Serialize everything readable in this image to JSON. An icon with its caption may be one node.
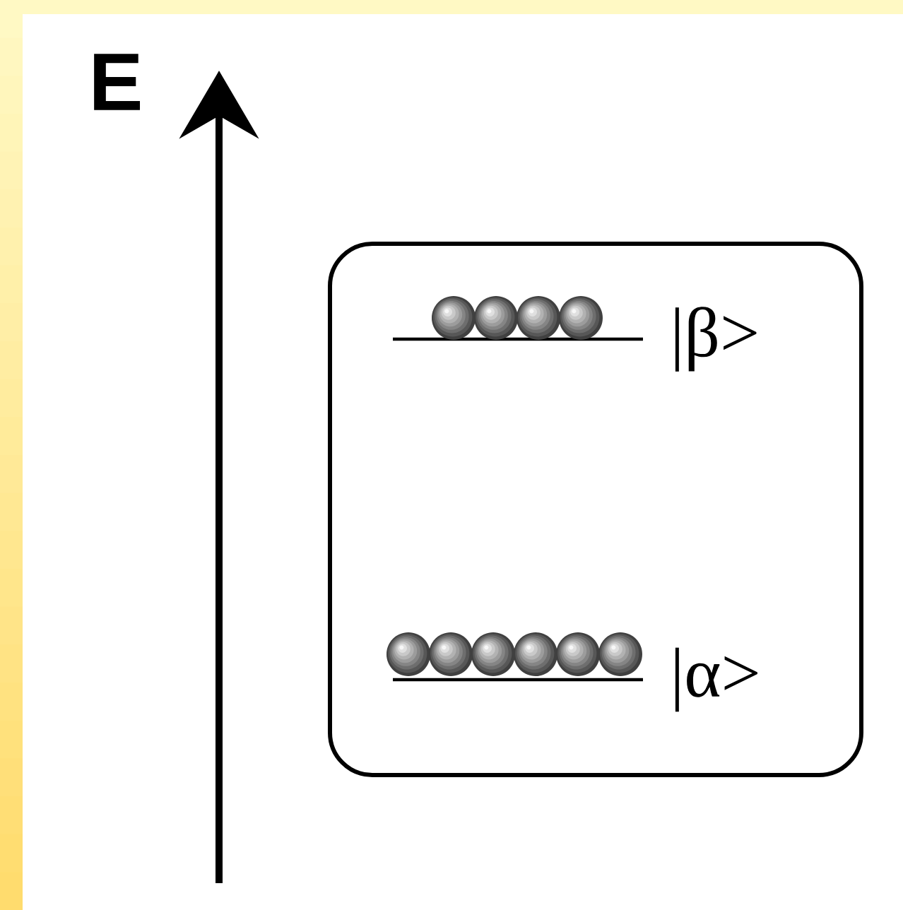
{
  "diagram": {
    "nodes": [
      {
        "text": [
          "|β>",
          "|α>"
        ]
      }
    ],
    "edges": [],
    "labels": [
      "E"
    ]
  }
}
